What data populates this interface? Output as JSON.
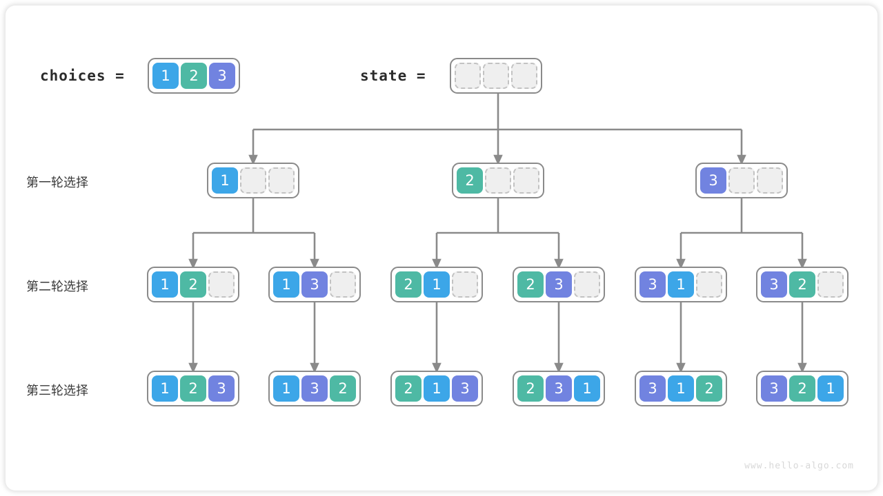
{
  "title": "permutations-backtracking-tree",
  "labels": {
    "choices": "choices =",
    "state": "state =",
    "row1": "第一轮选择",
    "row2": "第二轮选择",
    "row3": "第三轮选择"
  },
  "colors": {
    "value_1": "#3ca6e8",
    "value_2": "#4eb9a4",
    "value_3": "#7183e0",
    "empty_cell": "#efefef",
    "empty_border": "#c2c2c2",
    "box_border": "#8a8a8a",
    "connector": "#8a8a8a",
    "text": "#2b2b2b",
    "watermark": "#d8d8d8"
  },
  "choices": {
    "values": [
      "1",
      "2",
      "3"
    ]
  },
  "state": {
    "values": [
      "",
      "",
      ""
    ]
  },
  "rows": [
    {
      "label": "第一轮选择",
      "nodes": [
        {
          "values": [
            "1",
            "",
            ""
          ]
        },
        {
          "values": [
            "2",
            "",
            ""
          ]
        },
        {
          "values": [
            "3",
            "",
            ""
          ]
        }
      ]
    },
    {
      "label": "第二轮选择",
      "nodes": [
        {
          "values": [
            "1",
            "2",
            ""
          ]
        },
        {
          "values": [
            "1",
            "3",
            ""
          ]
        },
        {
          "values": [
            "2",
            "1",
            ""
          ]
        },
        {
          "values": [
            "2",
            "3",
            ""
          ]
        },
        {
          "values": [
            "3",
            "1",
            ""
          ]
        },
        {
          "values": [
            "3",
            "2",
            ""
          ]
        }
      ]
    },
    {
      "label": "第三轮选择",
      "nodes": [
        {
          "values": [
            "1",
            "2",
            "3"
          ]
        },
        {
          "values": [
            "1",
            "3",
            "2"
          ]
        },
        {
          "values": [
            "2",
            "1",
            "3"
          ]
        },
        {
          "values": [
            "2",
            "3",
            "1"
          ]
        },
        {
          "values": [
            "3",
            "1",
            "2"
          ]
        },
        {
          "values": [
            "3",
            "2",
            "1"
          ]
        }
      ]
    }
  ],
  "watermark": "www.hello-algo.com"
}
